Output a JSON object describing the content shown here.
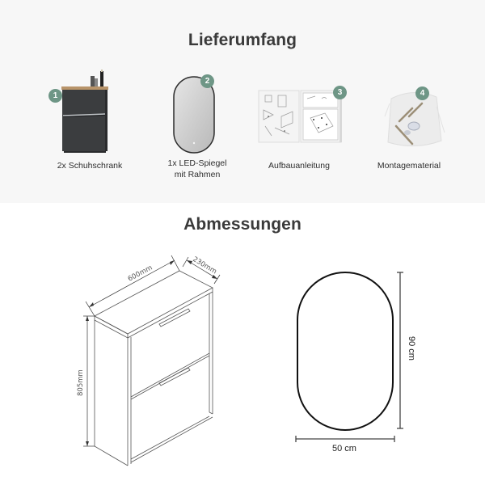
{
  "delivery": {
    "title": "Lieferumfang",
    "items": [
      {
        "badge": "1",
        "label": "2x Schuhschrank",
        "icon": "shoe-cabinet-image"
      },
      {
        "badge": "2",
        "label_line1": "1x LED-Spiegel",
        "label_line2": "mit Rahmen",
        "icon": "led-mirror-image"
      },
      {
        "badge": "3",
        "label": "Aufbauanleitung",
        "icon": "assembly-manual-image"
      },
      {
        "badge": "4",
        "label": "Montagematerial",
        "icon": "mounting-hardware-bag-image"
      }
    ]
  },
  "dimensions": {
    "title": "Abmessungen",
    "cabinet": {
      "width": "600mm",
      "depth": "230mm",
      "height": "805mm"
    },
    "mirror": {
      "width": "50 cm",
      "height": "90 cm"
    }
  },
  "colors": {
    "badge": "#6e9686",
    "top_background": "#f7f7f7",
    "cabinet": "#3b3d3f",
    "cabinet_top": "#b8946a"
  }
}
